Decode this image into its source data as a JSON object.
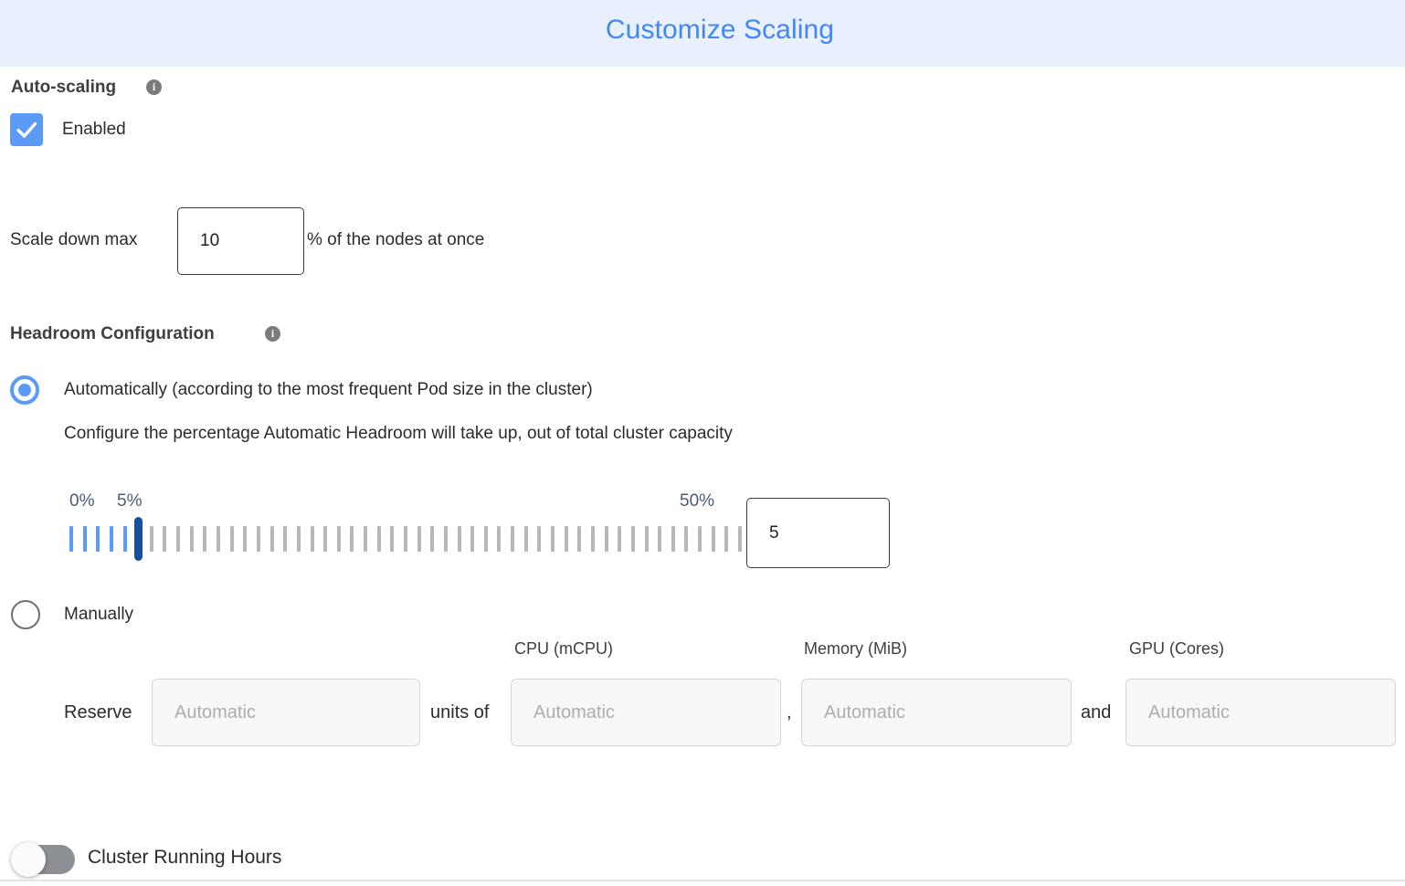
{
  "header": {
    "title": "Customize Scaling",
    "title_color": "#4287f5",
    "background_color": "#e9f0fd"
  },
  "autoscaling": {
    "section_label": "Auto-scaling",
    "info_icon": "info-icon",
    "info_glyph": "i",
    "enabled_label": "Enabled",
    "enabled_checked": true,
    "checkbox_color": "#5b9af7"
  },
  "scale_down": {
    "prefix_label": "Scale down max",
    "value": "10",
    "suffix_label": "% of the nodes at once"
  },
  "headroom": {
    "section_label": "Headroom Configuration",
    "info_icon": "info-icon",
    "info_glyph": "i",
    "option_auto": {
      "label": "Automatically (according to the most frequent Pod size in the cluster)",
      "selected": true,
      "description": "Configure the percentage Automatic Headroom will take up, out of total cluster capacity"
    },
    "option_manual": {
      "label": "Manually",
      "selected": false
    },
    "slider": {
      "min_label": "0%",
      "current_label": "5%",
      "max_label": "50%",
      "min": 0,
      "max": 50,
      "value": 5,
      "ticks": 51,
      "filled_color": "#5b9af7",
      "empty_color": "#b7b7b7",
      "thumb_color": "#12519e"
    },
    "slider_value_input": "5"
  },
  "reserve": {
    "reserve_label": "Reserve",
    "units_of_label": "units of",
    "comma_label": ",",
    "and_label": "and",
    "fields": [
      {
        "label": "",
        "placeholder": "Automatic",
        "value": ""
      },
      {
        "label": "CPU (mCPU)",
        "placeholder": "Automatic",
        "value": ""
      },
      {
        "label": "Memory (MiB)",
        "placeholder": "Automatic",
        "value": ""
      },
      {
        "label": "GPU (Cores)",
        "placeholder": "Automatic",
        "value": ""
      }
    ]
  },
  "cluster_running_hours": {
    "label": "Cluster Running Hours",
    "enabled": false,
    "track_color": "#8c8f94"
  }
}
